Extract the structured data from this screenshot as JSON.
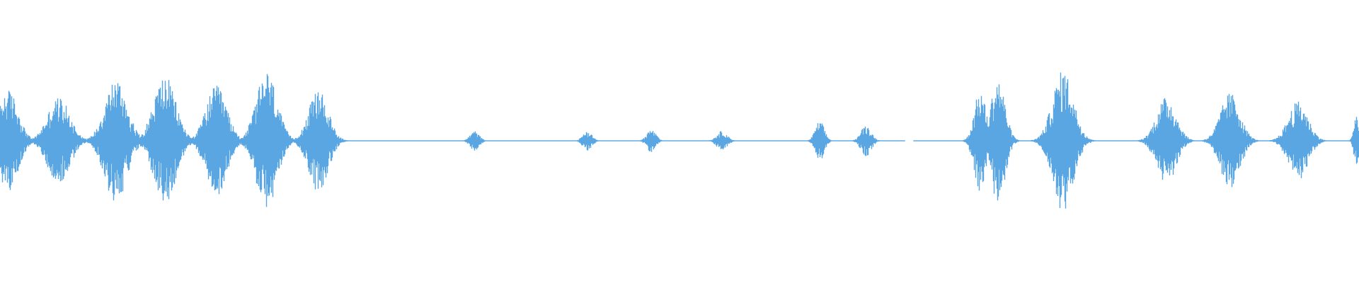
{
  "waveform": {
    "color": "#5aa6e3",
    "background": "#ffffff",
    "bursts": [
      {
        "center": 0.006,
        "width": 0.03,
        "amp": 0.72
      },
      {
        "center": 0.043,
        "width": 0.034,
        "amp": 0.62
      },
      {
        "center": 0.085,
        "width": 0.034,
        "amp": 0.88
      },
      {
        "center": 0.121,
        "width": 0.034,
        "amp": 0.92
      },
      {
        "center": 0.159,
        "width": 0.032,
        "amp": 0.78
      },
      {
        "center": 0.196,
        "width": 0.032,
        "amp": 0.98
      },
      {
        "center": 0.234,
        "width": 0.03,
        "amp": 0.72
      },
      {
        "center": 0.349,
        "width": 0.014,
        "amp": 0.14
      },
      {
        "center": 0.432,
        "width": 0.014,
        "amp": 0.14
      },
      {
        "center": 0.479,
        "width": 0.014,
        "amp": 0.16
      },
      {
        "center": 0.531,
        "width": 0.016,
        "amp": 0.14
      },
      {
        "center": 0.603,
        "width": 0.014,
        "amp": 0.28
      },
      {
        "center": 0.637,
        "width": 0.016,
        "amp": 0.22
      },
      {
        "center": 0.721,
        "width": 0.018,
        "amp": 0.72
      },
      {
        "center": 0.734,
        "width": 0.022,
        "amp": 0.88
      },
      {
        "center": 0.782,
        "width": 0.032,
        "amp": 1.0
      },
      {
        "center": 0.858,
        "width": 0.03,
        "amp": 0.62
      },
      {
        "center": 0.905,
        "width": 0.03,
        "amp": 0.68
      },
      {
        "center": 0.955,
        "width": 0.03,
        "amp": 0.56
      },
      {
        "center": 0.998,
        "width": 0.008,
        "amp": 0.38
      }
    ],
    "quiet_gaps": [
      {
        "start": 0.666,
        "end": 0.672
      }
    ]
  }
}
